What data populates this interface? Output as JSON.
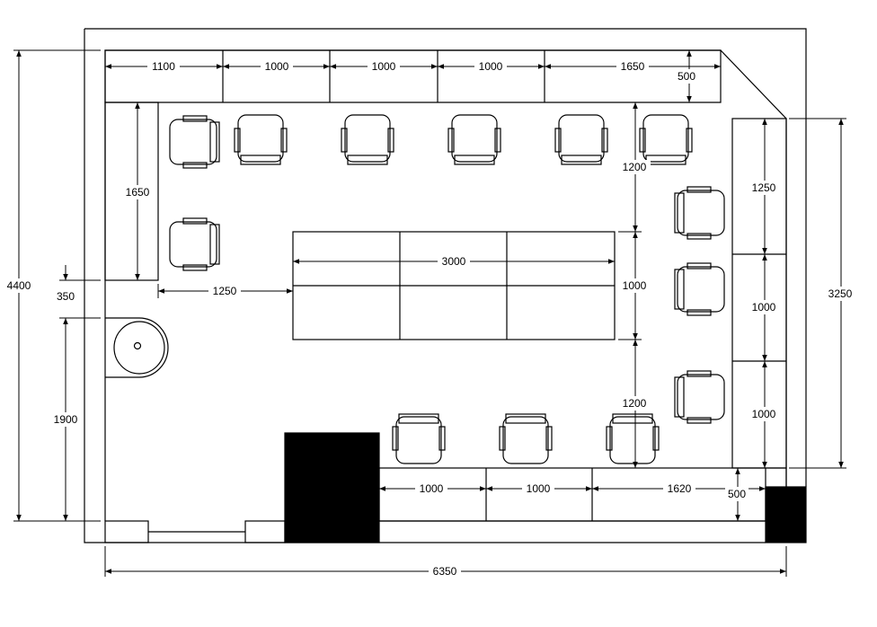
{
  "drawing": {
    "kind": "floor-plan",
    "stroke_color": "#000000",
    "fill_color": "#000000",
    "background": "#ffffff"
  },
  "dimensions": {
    "top_counter": [
      "1100",
      "1000",
      "1000",
      "1000",
      "1650"
    ],
    "top_counter_depth": "500",
    "left_counter": "1650",
    "left_gap": "1250",
    "table_length": "3000",
    "table_width": "1000",
    "table_clear_top": "1200",
    "table_clear_bottom": "1200",
    "right_cabinets": [
      "1250",
      "1000",
      "1000"
    ],
    "right_total": "3250",
    "left_overall": "4400",
    "left_offset": "350",
    "sink_run": "1900",
    "bottom_counter": [
      "1000",
      "1000",
      "1620"
    ],
    "bottom_counter_depth": "500",
    "overall_width": "6350"
  },
  "furniture": {
    "chairs_top_row": 5,
    "chairs_left_wall": 2,
    "chairs_right_wall": 3,
    "chairs_bottom_row": 3,
    "table_panels": 6,
    "right_cabinet_panels": 3
  }
}
